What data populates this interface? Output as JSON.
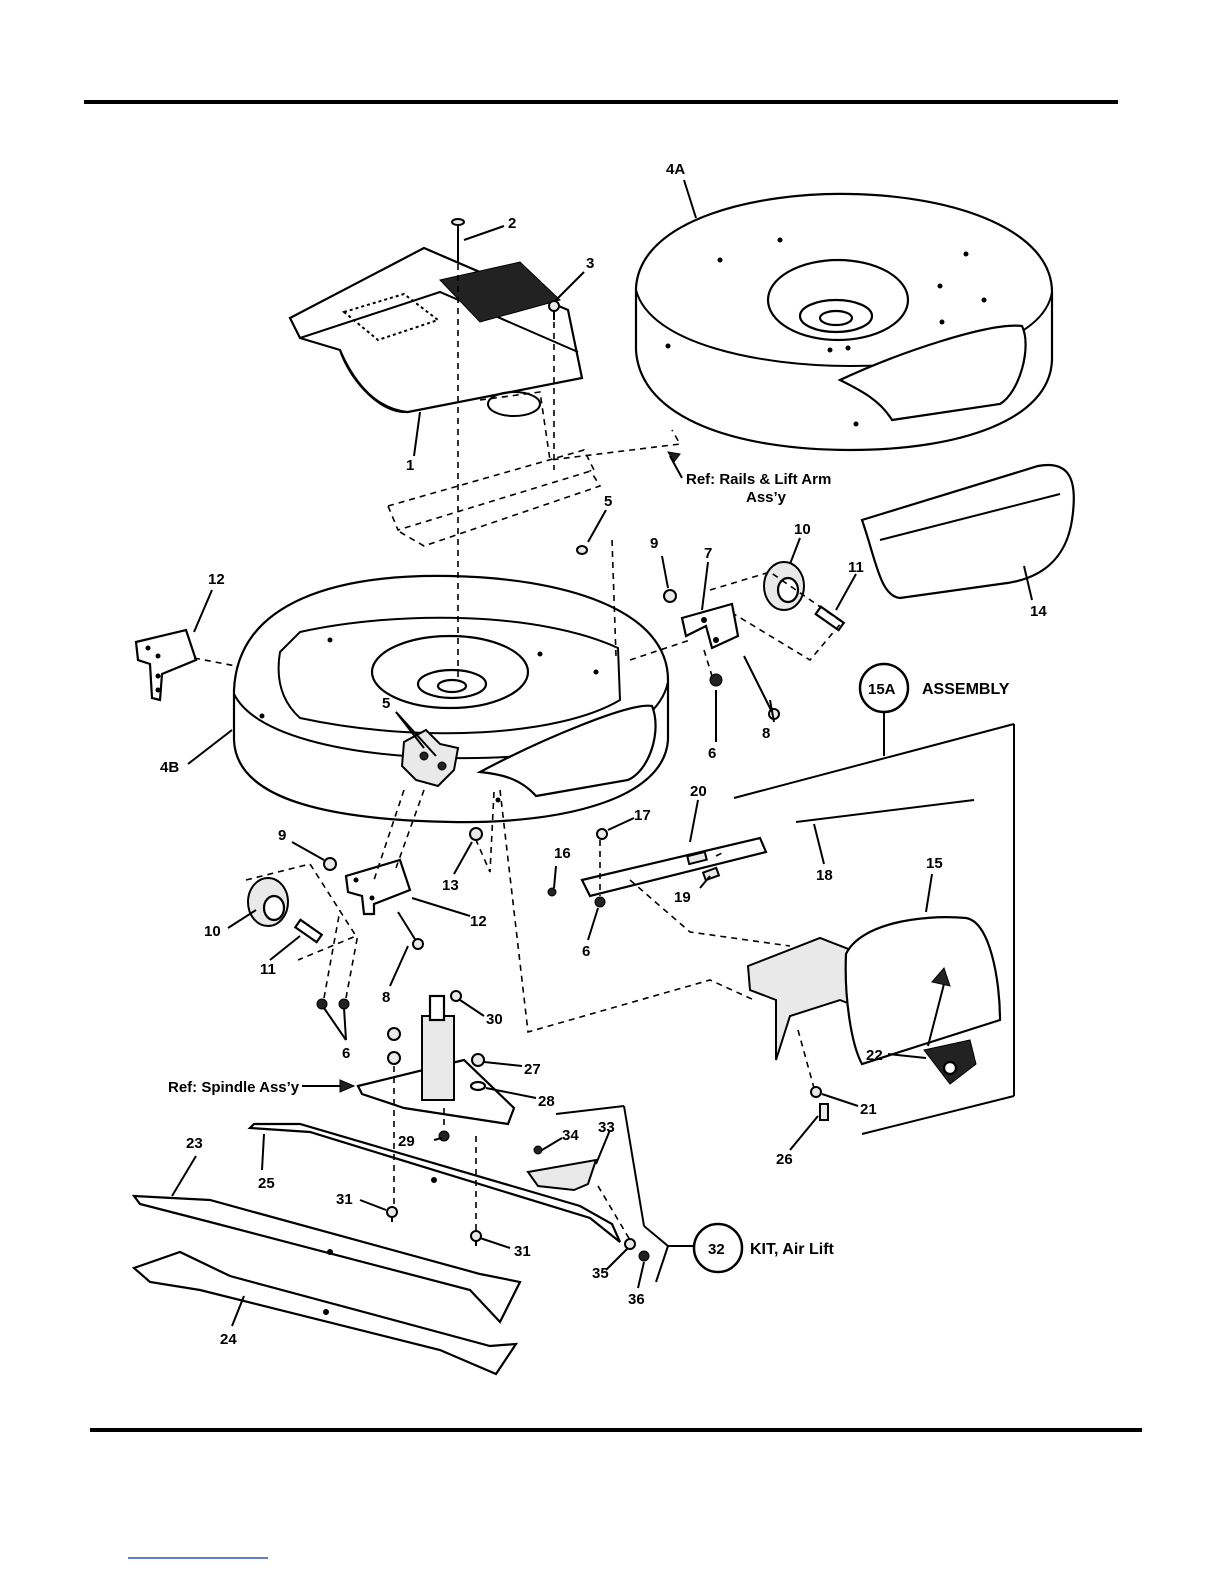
{
  "callouts": {
    "c1": "1",
    "c2": "2",
    "c3": "3",
    "c4a": "4A",
    "c4b": "4B",
    "c5a": "5",
    "c5b": "5",
    "c6a": "6",
    "c6b": "6",
    "c6c": "6",
    "c7": "7",
    "c8a": "8",
    "c8b": "8",
    "c9a": "9",
    "c9b": "9",
    "c10a": "10",
    "c10b": "10",
    "c11a": "11",
    "c11b": "11",
    "c12a": "12",
    "c12b": "12",
    "c13": "13",
    "c14": "14",
    "c15": "15",
    "c15a": "15A",
    "c16": "16",
    "c17": "17",
    "c18": "18",
    "c19": "19",
    "c20": "20",
    "c21": "21",
    "c22": "22",
    "c23": "23",
    "c24": "24",
    "c25": "25",
    "c26": "26",
    "c27": "27",
    "c28": "28",
    "c29": "29",
    "c30": "30",
    "c31a": "31",
    "c31b": "31",
    "c32": "32",
    "c33": "33",
    "c34": "34",
    "c35": "35",
    "c36": "36"
  },
  "references": {
    "rails_line1": "Ref: Rails & Lift Arm",
    "rails_line2": "Ass’y",
    "spindle": "Ref: Spindle Ass’y"
  },
  "assemblies": {
    "assembly_15a": "ASSEMBLY",
    "kit_32": "KIT, Air Lift"
  }
}
